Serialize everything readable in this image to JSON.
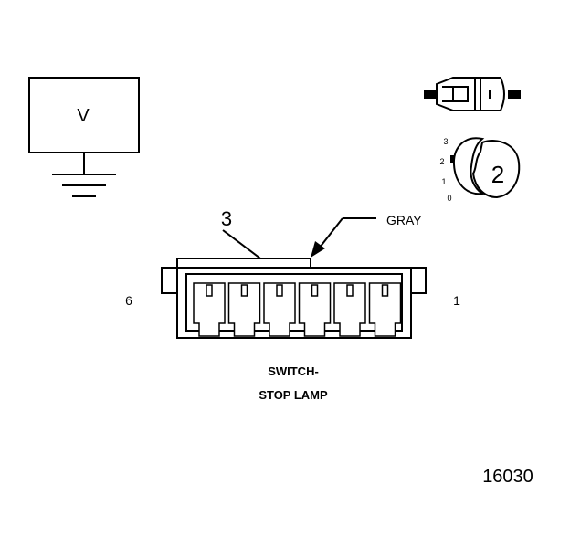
{
  "voltmeter": {
    "label": "V"
  },
  "probe_view": {
    "position_numbers": [
      "3",
      "2",
      "1",
      "0"
    ],
    "callout": "2"
  },
  "connector": {
    "callout": "3",
    "wire_color": "GRAY",
    "pin_left": "6",
    "pin_right": "1",
    "title_line1": "SWITCH-",
    "title_line2": "STOP LAMP"
  },
  "figure_id": "16030"
}
